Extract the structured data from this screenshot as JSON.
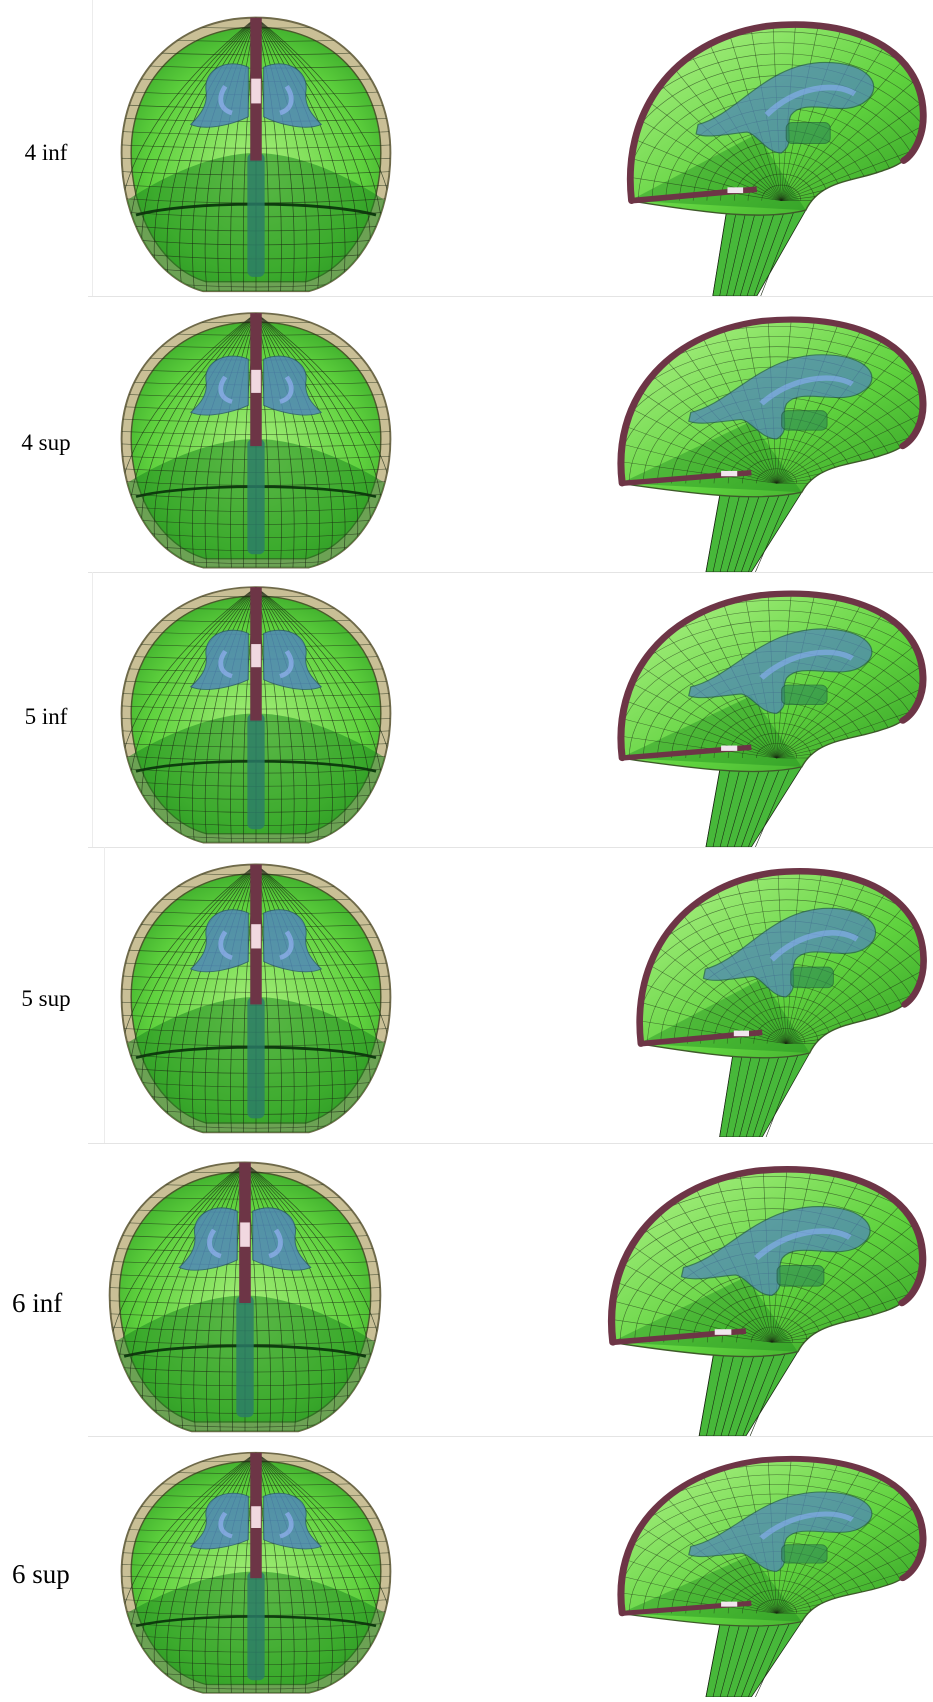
{
  "panels": [
    {
      "label": "4 inf"
    },
    {
      "label": "4 sup"
    },
    {
      "label": "5 inf"
    },
    {
      "label": "5 sup"
    },
    {
      "label": "6 inf"
    },
    {
      "label": "6 sup"
    }
  ],
  "colors": {
    "tissue_green": "#5fd23e",
    "deep_green": "#1f8a1f",
    "ventricle_blue": "#4f86b8",
    "falx_maroon": "#6d3546",
    "skull_tan": "#c9bf96",
    "mesh_line": "#1c2a14"
  }
}
